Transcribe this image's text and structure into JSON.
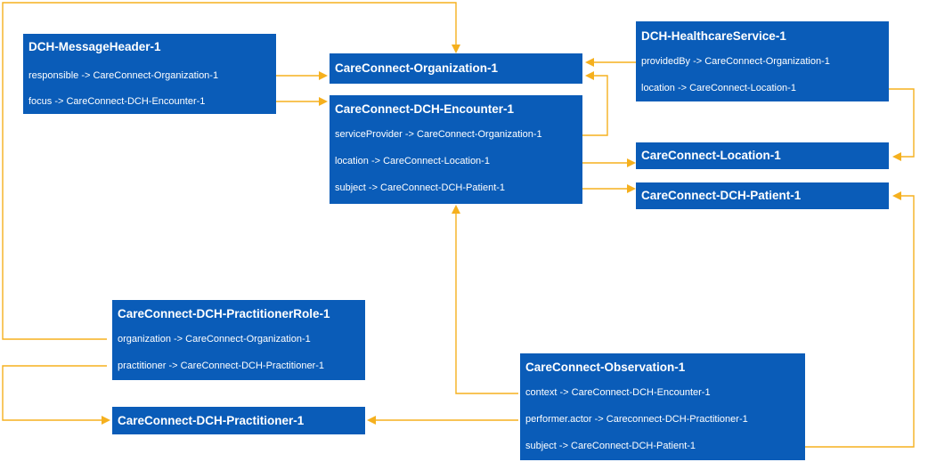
{
  "boxes": {
    "message_header": {
      "title": "DCH-MessageHeader-1",
      "refs": [
        "responsible -> CareConnect-Organization-1",
        "focus -> CareConnect-DCH-Encounter-1"
      ]
    },
    "organization": {
      "title": "CareConnect-Organization-1"
    },
    "encounter": {
      "title": "CareConnect-DCH-Encounter-1",
      "refs": [
        "serviceProvider -> CareConnect-Organization-1",
        "location -> CareConnect-Location-1",
        "subject -> CareConnect-DCH-Patient-1"
      ]
    },
    "healthcare_service": {
      "title": "DCH-HealthcareService-1",
      "refs": [
        "providedBy -> CareConnect-Organization-1",
        "location -> CareConnect-Location-1"
      ]
    },
    "location": {
      "title": "CareConnect-Location-1"
    },
    "patient": {
      "title": "CareConnect-DCH-Patient-1"
    },
    "practitioner_role": {
      "title": "CareConnect-DCH-PractitionerRole-1",
      "refs": [
        "organization -> CareConnect-Organization-1",
        "practitioner -> CareConnect-DCH-Practitioner-1"
      ]
    },
    "practitioner": {
      "title": "CareConnect-DCH-Practitioner-1"
    },
    "observation": {
      "title": "CareConnect-Observation-1",
      "refs": [
        "context -> CareConnect-DCH-Encounter-1",
        "performer.actor -> Careconnect-DCH-Practitioner-1",
        "subject -> CareConnect-DCH-Patient-1"
      ]
    }
  },
  "colors": {
    "box": "#0a5cb8",
    "text": "#ffffff",
    "connector": "#f5b01e"
  }
}
